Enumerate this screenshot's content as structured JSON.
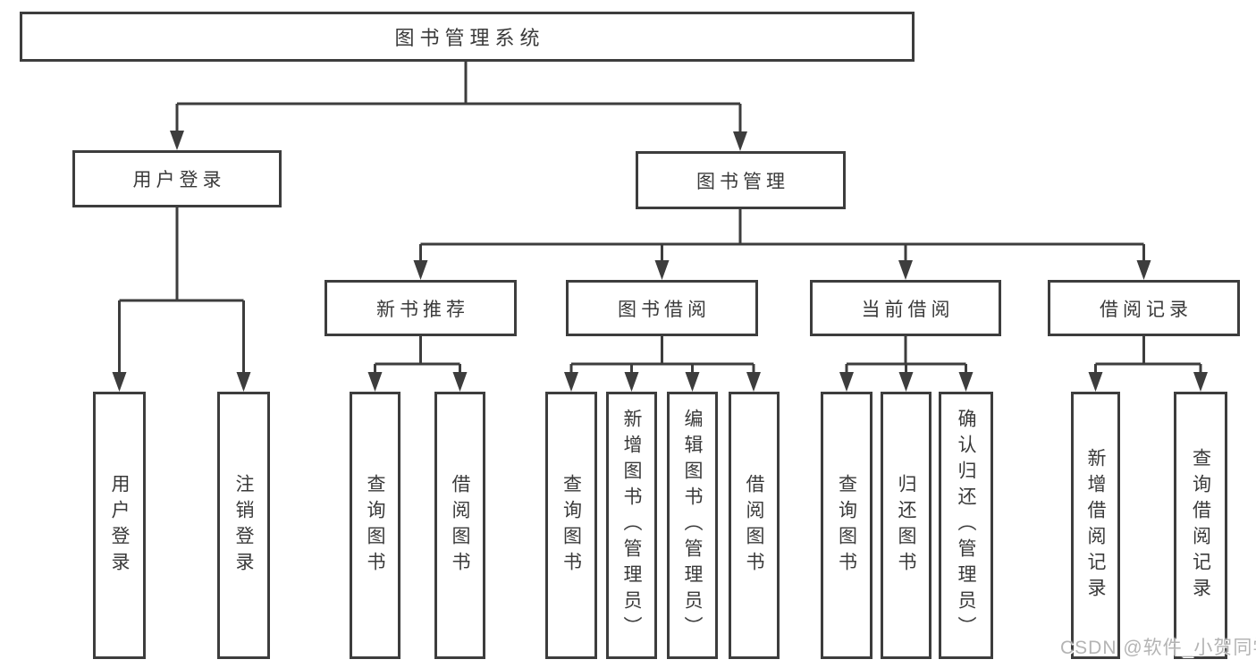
{
  "diagram": {
    "title": "图书管理系统",
    "tree": {
      "root": {
        "label": "图书管理系统"
      },
      "level2": [
        {
          "label": "用户登录"
        },
        {
          "label": "图书管理"
        }
      ],
      "level3": [
        {
          "label": "新书推荐"
        },
        {
          "label": "图书借阅"
        },
        {
          "label": "当前借阅"
        },
        {
          "label": "借阅记录"
        }
      ],
      "leaves": [
        {
          "label": "用户登录",
          "parent": "用户登录"
        },
        {
          "label": "注销登录",
          "parent": "用户登录"
        },
        {
          "label": "查询图书",
          "parent": "新书推荐"
        },
        {
          "label": "借阅图书",
          "parent": "新书推荐"
        },
        {
          "label": "查询图书",
          "parent": "图书借阅"
        },
        {
          "label": "新增图书（管理员）",
          "parent": "图书借阅"
        },
        {
          "label": "编辑图书（管理员）",
          "parent": "图书借阅"
        },
        {
          "label": "借阅图书",
          "parent": "图书借阅"
        },
        {
          "label": "查询图书",
          "parent": "当前借阅"
        },
        {
          "label": "归还图书",
          "parent": "当前借阅"
        },
        {
          "label": "确认归还（管理员）",
          "parent": "当前借阅"
        },
        {
          "label": "新增借阅记录",
          "parent": "借阅记录"
        },
        {
          "label": "查询借阅记录",
          "parent": "借阅记录"
        }
      ]
    },
    "watermark": "CSDN @软件_小贺同学",
    "colors": {
      "line": "#3d3d3d",
      "box_border": "#3d3d3d",
      "box_fill": "#ffffff",
      "text": "#3a3a3a",
      "watermark": "#b4b4b4",
      "background": "#ffffff"
    }
  }
}
